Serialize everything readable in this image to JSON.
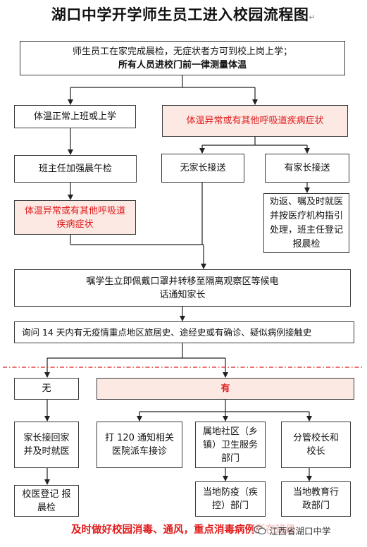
{
  "title": "湖口中学开学师生员工进入校园流程图",
  "title_mark": "↵",
  "nodes": {
    "start_line1": "师生员工在家完成晨检，无症状者方可到校上岗上学；",
    "start_line2": "所有人员进校门前一律测量体温",
    "normal": "体温正常上班或上学",
    "abnormal": "体温异常或有其他呼吸道疾病症状",
    "teacher_check": "班主任加强晨午检",
    "no_parent": "无家长接送",
    "has_parent": "有家长接送",
    "abnormal2": "体温异常或有其他呼吸道疾病症状",
    "advise": "劝返、嘱及时就医并按医疗机构指引处理，班主任登记报晨检",
    "isolate": "嘱学生立即佩戴口罩并转移至隔离观察区等候电话通知家长",
    "inquire": "询问 14 天内有无疫情重点地区旅居史、途经史或有确诊、疑似病例接触史",
    "no": "无",
    "yes": "有",
    "parent_pickup": "家长接回家并及时就医",
    "call_120": "打 120 通知相关医院派车接诊",
    "community": "属地社区（乡镇）卫生服务部门",
    "principal": "分管校长和校长",
    "school_doctor": "校医登记 报晨检",
    "cdc": "当地防疫（疾控）部门",
    "edu_dept": "当地教育行政部门"
  },
  "footer": "及时做好校园消毒、通风，重点消毒病例所在班级",
  "watermark": "江西省湖口中学",
  "colors": {
    "alert_text": "#e01b1b",
    "alert_fill": "#fde9e4",
    "divider": "#e01b1b"
  }
}
